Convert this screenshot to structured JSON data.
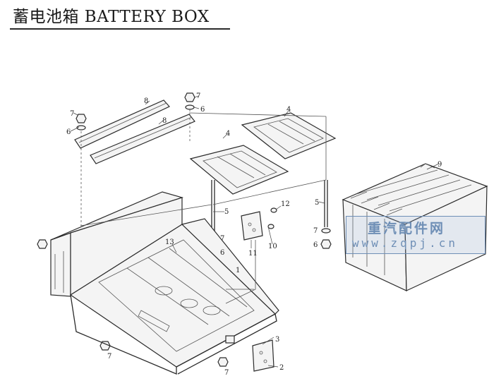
{
  "title": "蓄电池箱 BATTERY BOX",
  "watermark": {
    "line1": "重汽配件网",
    "line2": "www.zqpj.cn",
    "color": "#6f8fb6"
  },
  "callouts": {
    "c1": "1",
    "c2": "2",
    "c3": "3",
    "c4a": "4",
    "c4b": "4",
    "c5a": "5",
    "c5b": "5",
    "c6a": "6",
    "c6b": "6",
    "c6c": "6",
    "c6d": "6",
    "c7a": "7",
    "c7b": "7",
    "c7c": "7",
    "c7d": "7",
    "c7e": "7",
    "c8a": "8",
    "c8b": "8",
    "c9": "9",
    "c10": "10",
    "c11": "11",
    "c12": "12",
    "c13": "13"
  }
}
